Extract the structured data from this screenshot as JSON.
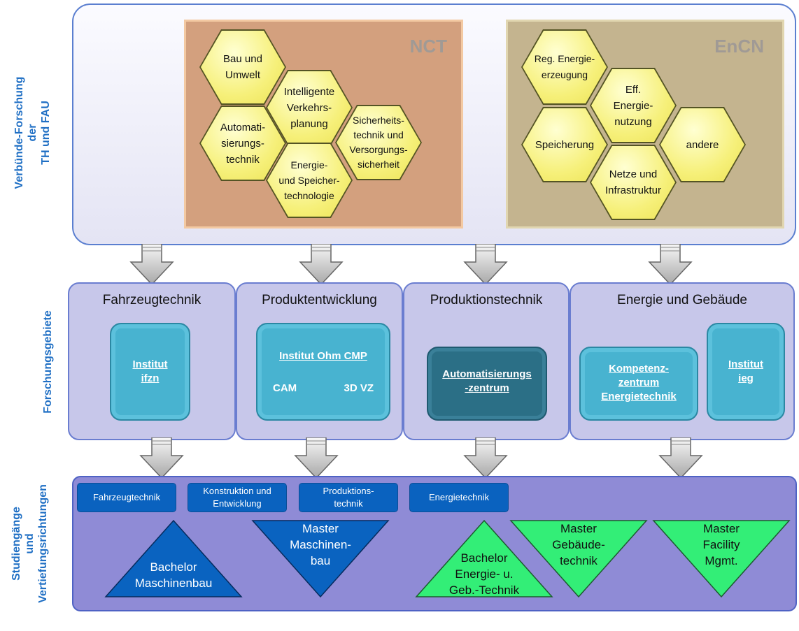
{
  "side_labels": {
    "top": [
      "Verbünde-Forschung",
      "der",
      "TH und FAU"
    ],
    "middle": "Forschungsgebiete",
    "bottom": [
      "Studiengänge",
      "und",
      "Vertiefungsrichtungen"
    ]
  },
  "clusters": {
    "nct": {
      "title": "NCT",
      "hexes": [
        "Bau und\nUmwelt",
        "Intelligente\nVerkehrs-\nplanung",
        "Automati-\nsierungs-\ntechnik",
        "Sicherheits-\ntechnik und\nVersorgungs-\nsicherheit",
        "Energie-\nund Speicher-\ntechnologie"
      ]
    },
    "encn": {
      "title": "EnCN",
      "hexes": [
        "Reg. Energie-\nerzeugung",
        "Eff.\nEnergie-\nnutzung",
        "Speicherung",
        "andere",
        "Netze und\nInfrastruktur"
      ]
    }
  },
  "areas": [
    {
      "title": "Fahrzeugtechnik",
      "institutes": [
        {
          "lines": [
            "Institut",
            "ifzn"
          ]
        }
      ]
    },
    {
      "title": "Produktentwicklung",
      "institutes": [
        {
          "lines": [
            "Institut Ohm CMP"
          ],
          "sub": [
            "CAM",
            "3D VZ"
          ]
        }
      ]
    },
    {
      "title": "Produktionstechnik",
      "institutes": [
        {
          "lines": [
            "Automatisierungs",
            "-zentrum"
          ]
        }
      ]
    },
    {
      "title": "Energie und Gebäude",
      "institutes": [
        {
          "lines": [
            "Kompetenz-",
            "zentrum",
            "Energietechnik"
          ]
        },
        {
          "lines": [
            "Institut",
            "ieg"
          ]
        }
      ]
    }
  ],
  "specializations": [
    "Fahrzeugtechnik",
    "Konstruktion  und\nEntwicklung",
    "Produktions-\ntechnik",
    "Energietechnik"
  ],
  "programs": [
    {
      "label": "Bachelor\nMaschinenbau",
      "color": "#0a63c0"
    },
    {
      "label": "Master\nMaschinen-\nbau",
      "color": "#0a63c0"
    },
    {
      "label": "Bachelor\nEnergie-  u.\nGeb.-Technik",
      "color": "#33ee77"
    },
    {
      "label": "Master\nGebäude-\ntechnik",
      "color": "#33ee77"
    },
    {
      "label": "Master\nFacility\nMgmt.",
      "color": "#33ee77"
    }
  ]
}
